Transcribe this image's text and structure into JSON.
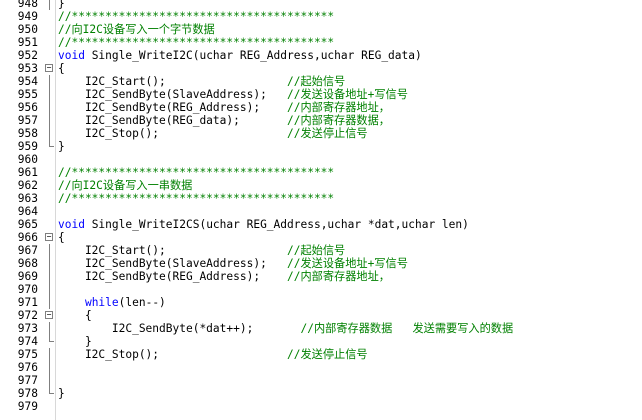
{
  "editor": {
    "lines": [
      {
        "n": "948",
        "fold": "bar",
        "segs": [
          {
            "t": "}",
            "c": "pl"
          }
        ]
      },
      {
        "n": "949",
        "fold": "",
        "segs": [
          {
            "t": "//***************************************",
            "c": "cm"
          }
        ]
      },
      {
        "n": "950",
        "fold": "",
        "segs": [
          {
            "t": "//向I2C设备写入一个字节数据",
            "c": "cm"
          }
        ]
      },
      {
        "n": "951",
        "fold": "",
        "segs": [
          {
            "t": "//***************************************",
            "c": "cm"
          }
        ]
      },
      {
        "n": "952",
        "fold": "",
        "segs": [
          {
            "t": "void",
            "c": "kw"
          },
          {
            "t": " Single_WriteI2C(uchar REG_Address,uchar REG_data)",
            "c": "pl"
          }
        ]
      },
      {
        "n": "953",
        "fold": "box",
        "segs": [
          {
            "t": "{",
            "c": "pl"
          }
        ]
      },
      {
        "n": "954",
        "fold": "bar",
        "segs": [
          {
            "t": "    I2C_Start();                  ",
            "c": "pl"
          },
          {
            "t": "//起始信号",
            "c": "cm"
          }
        ]
      },
      {
        "n": "955",
        "fold": "bar",
        "segs": [
          {
            "t": "    I2C_SendByte(SlaveAddress);   ",
            "c": "pl"
          },
          {
            "t": "//发送设备地址+写信号",
            "c": "cm"
          }
        ]
      },
      {
        "n": "956",
        "fold": "bar",
        "segs": [
          {
            "t": "    I2C_SendByte(REG_Address);    ",
            "c": "pl"
          },
          {
            "t": "//内部寄存器地址，",
            "c": "cm"
          }
        ]
      },
      {
        "n": "957",
        "fold": "bar",
        "segs": [
          {
            "t": "    I2C_SendByte(REG_data);       ",
            "c": "pl"
          },
          {
            "t": "//内部寄存器数据，",
            "c": "cm"
          }
        ]
      },
      {
        "n": "958",
        "fold": "bar",
        "segs": [
          {
            "t": "    I2C_Stop();                   ",
            "c": "pl"
          },
          {
            "t": "//发送停止信号",
            "c": "cm"
          }
        ]
      },
      {
        "n": "959",
        "fold": "end",
        "segs": [
          {
            "t": "}",
            "c": "pl"
          }
        ]
      },
      {
        "n": "960",
        "fold": "",
        "segs": []
      },
      {
        "n": "961",
        "fold": "",
        "segs": [
          {
            "t": "//***************************************",
            "c": "cm"
          }
        ]
      },
      {
        "n": "962",
        "fold": "",
        "segs": [
          {
            "t": "//向I2C设备写入一串数据",
            "c": "cm"
          }
        ]
      },
      {
        "n": "963",
        "fold": "",
        "segs": [
          {
            "t": "//***************************************",
            "c": "cm"
          }
        ]
      },
      {
        "n": "964",
        "fold": "",
        "segs": []
      },
      {
        "n": "965",
        "fold": "",
        "segs": [
          {
            "t": "void",
            "c": "kw"
          },
          {
            "t": " Single_WriteI2CS(uchar REG_Address,uchar *dat,uchar len)",
            "c": "pl"
          }
        ]
      },
      {
        "n": "966",
        "fold": "box",
        "segs": [
          {
            "t": "{",
            "c": "pl"
          }
        ]
      },
      {
        "n": "967",
        "fold": "bar",
        "segs": [
          {
            "t": "    I2C_Start();                  ",
            "c": "pl"
          },
          {
            "t": "//起始信号",
            "c": "cm"
          }
        ]
      },
      {
        "n": "968",
        "fold": "bar",
        "segs": [
          {
            "t": "    I2C_SendByte(SlaveAddress);   ",
            "c": "pl"
          },
          {
            "t": "//发送设备地址+写信号",
            "c": "cm"
          }
        ]
      },
      {
        "n": "969",
        "fold": "bar",
        "segs": [
          {
            "t": "    I2C_SendByte(REG_Address);    ",
            "c": "pl"
          },
          {
            "t": "//内部寄存器地址，",
            "c": "cm"
          }
        ]
      },
      {
        "n": "970",
        "fold": "bar",
        "segs": []
      },
      {
        "n": "971",
        "fold": "bar",
        "segs": [
          {
            "t": "    ",
            "c": "pl"
          },
          {
            "t": "while",
            "c": "kw"
          },
          {
            "t": "(len--)",
            "c": "pl"
          }
        ]
      },
      {
        "n": "972",
        "fold": "box",
        "segs": [
          {
            "t": "    {",
            "c": "pl"
          }
        ]
      },
      {
        "n": "973",
        "fold": "bar",
        "segs": [
          {
            "t": "        I2C_SendByte(*dat++);       ",
            "c": "pl"
          },
          {
            "t": "//内部寄存器数据   发送需要写入的数据",
            "c": "cm"
          }
        ]
      },
      {
        "n": "974",
        "fold": "end",
        "segs": [
          {
            "t": "    }",
            "c": "pl"
          }
        ]
      },
      {
        "n": "975",
        "fold": "bar",
        "segs": [
          {
            "t": "    I2C_Stop();                   ",
            "c": "pl"
          },
          {
            "t": "//发送停止信号",
            "c": "cm"
          }
        ]
      },
      {
        "n": "976",
        "fold": "bar",
        "segs": []
      },
      {
        "n": "977",
        "fold": "bar",
        "segs": []
      },
      {
        "n": "978",
        "fold": "end",
        "segs": [
          {
            "t": "}",
            "c": "pl"
          }
        ]
      },
      {
        "n": "979",
        "fold": "",
        "segs": []
      }
    ]
  }
}
